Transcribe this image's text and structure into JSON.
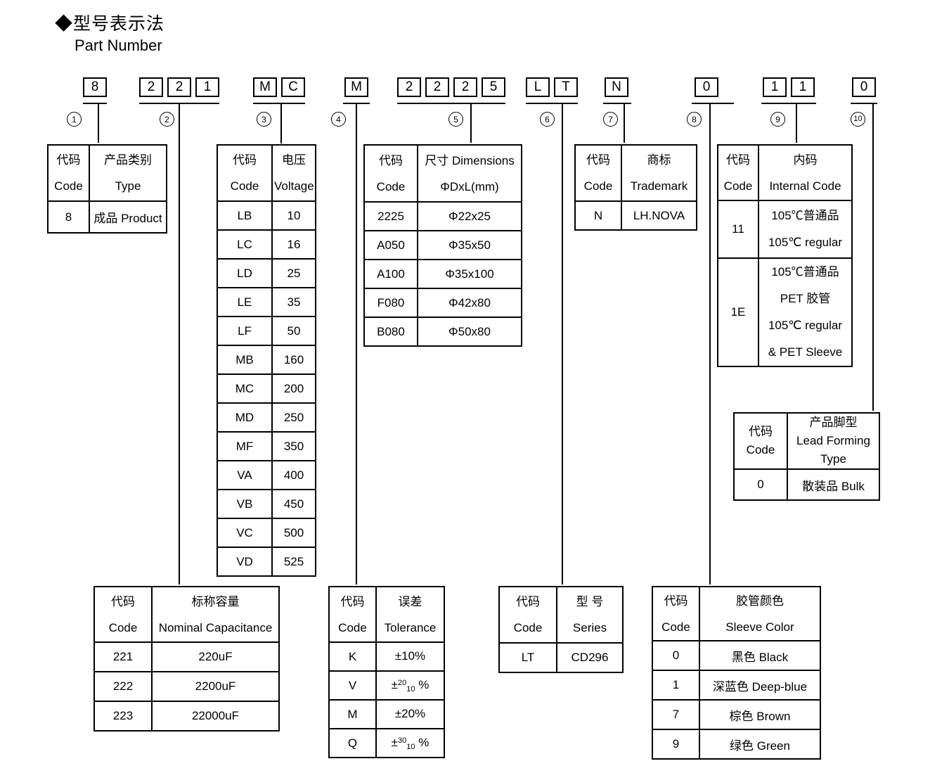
{
  "title": {
    "diamond": "◆",
    "zh": "型号表示法",
    "en": "Part Number"
  },
  "part": {
    "groups": [
      {
        "num": "1",
        "chars": [
          "8"
        ]
      },
      {
        "num": "2",
        "chars": [
          "2",
          "2",
          "1"
        ]
      },
      {
        "num": "3",
        "chars": [
          "M",
          "C"
        ]
      },
      {
        "num": "4",
        "chars": [
          "M"
        ]
      },
      {
        "num": "5",
        "chars": [
          "2",
          "2",
          "2",
          "5"
        ]
      },
      {
        "num": "6",
        "chars": [
          "L",
          "T"
        ]
      },
      {
        "num": "7",
        "chars": [
          "N"
        ]
      },
      {
        "num": "8",
        "chars": [
          "0"
        ]
      },
      {
        "num": "9",
        "chars": [
          "1",
          "1"
        ]
      },
      {
        "num": "10",
        "chars": [
          "0"
        ]
      }
    ]
  },
  "tables": {
    "product": {
      "h1": "代码\nCode",
      "h2": "产品类别\nType",
      "rows": [
        {
          "code": "8",
          "value": "成品 Product"
        }
      ]
    },
    "voltage": {
      "h1": "代码\nCode",
      "h2": "电压\nVoltage",
      "rows": [
        {
          "code": "LB",
          "value": "10"
        },
        {
          "code": "LC",
          "value": "16"
        },
        {
          "code": "LD",
          "value": "25"
        },
        {
          "code": "LE",
          "value": "35"
        },
        {
          "code": "LF",
          "value": "50"
        },
        {
          "code": "MB",
          "value": "160"
        },
        {
          "code": "MC",
          "value": "200"
        },
        {
          "code": "MD",
          "value": "250"
        },
        {
          "code": "MF",
          "value": "350"
        },
        {
          "code": "VA",
          "value": "400"
        },
        {
          "code": "VB",
          "value": "450"
        },
        {
          "code": "VC",
          "value": "500"
        },
        {
          "code": "VD",
          "value": "525"
        }
      ]
    },
    "dimensions": {
      "h1": "代码\nCode",
      "h2": "尺寸 Dimensions\nΦDxL(mm)",
      "rows": [
        {
          "code": "2225",
          "value": "Φ22x25"
        },
        {
          "code": "A050",
          "value": "Φ35x50"
        },
        {
          "code": "A100",
          "value": "Φ35x100"
        },
        {
          "code": "F080",
          "value": "Φ42x80"
        },
        {
          "code": "B080",
          "value": "Φ50x80"
        }
      ]
    },
    "trademark": {
      "h1": "代码\nCode",
      "h2": "商标\nTrademark",
      "rows": [
        {
          "code": "N",
          "value": "LH.NOVA"
        }
      ]
    },
    "internal": {
      "h1": "代码\nCode",
      "h2": "内码\nInternal Code",
      "rows": [
        {
          "code": "11",
          "value": "105℃普通品\n105℃  regular"
        },
        {
          "code": "1E",
          "value": "105℃普通品\nPET 胶管\n105℃  regular\n& PET Sleeve"
        }
      ]
    },
    "lead": {
      "h1": "代码\nCode",
      "h2": "产品脚型\nLead Forming\nType",
      "rows": [
        {
          "code": "0",
          "value": "散装品 Bulk"
        }
      ]
    },
    "capacitance": {
      "h1": "代码\nCode",
      "h2": "标称容量\nNominal Capacitance",
      "rows": [
        {
          "code": "221",
          "value": "220uF"
        },
        {
          "code": "222",
          "value": "2200uF"
        },
        {
          "code": "223",
          "value": "22000uF"
        }
      ]
    },
    "tolerance": {
      "h1": "代码\nCode",
      "h2": "误差\nTolerance",
      "rows": [
        {
          "code": "K",
          "pre": "±10%",
          "sup": "",
          "sub": "",
          "post": ""
        },
        {
          "code": "V",
          "pre": "±",
          "sup": "20",
          "sub": "10",
          "post": " %"
        },
        {
          "code": "M",
          "pre": "±20%",
          "sup": "",
          "sub": "",
          "post": ""
        },
        {
          "code": "Q",
          "pre": "±",
          "sup": "30",
          "sub": "10",
          "post": " %"
        }
      ]
    },
    "series": {
      "h1": "代码\nCode",
      "h2": "型 号\nSeries",
      "rows": [
        {
          "code": "LT",
          "value": "CD296"
        }
      ]
    },
    "sleeve": {
      "h1": "代码\nCode",
      "h2": "胶管颜色\nSleeve Color",
      "rows": [
        {
          "code": "0",
          "value": "黑色 Black"
        },
        {
          "code": "1",
          "value": "深蓝色 Deep-blue"
        },
        {
          "code": "7",
          "value": "棕色 Brown"
        },
        {
          "code": "9",
          "value": "绿色 Green"
        }
      ]
    }
  }
}
